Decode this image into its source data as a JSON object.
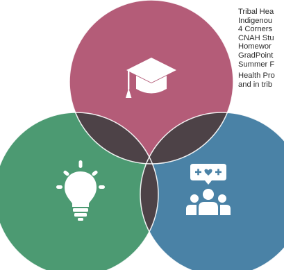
{
  "list_lines": [
    "Tribal Hea",
    "Indigenou",
    "4 Corners",
    "CNAH Stu",
    "Homewor",
    "GradPoint",
    "Summer F",
    "Health Pro",
    "and in trib"
  ],
  "colors": {
    "top_circle": "#b45c78",
    "left_circle": "#4c9a72",
    "right_circle": "#4a82a6",
    "overlap": "#4d4247",
    "icon": "#ffffff"
  },
  "icons": {
    "top": "graduation-cap-icon",
    "left": "lightbulb-icon",
    "right": "community-group-icon"
  }
}
